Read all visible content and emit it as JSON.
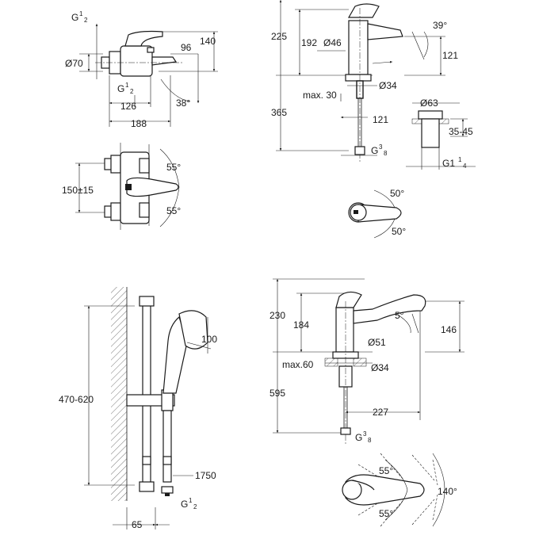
{
  "bath_mixer": {
    "thread_in": "G",
    "thread_in_num": "1",
    "thread_in_den": "2",
    "dia": "Ø70",
    "thread_out": "G",
    "thread_out_num": "1",
    "thread_out_den": "2",
    "height": "140",
    "spout_depth": "96",
    "angle": "38°",
    "centers": "126",
    "depth": "188",
    "spacing": "150±15",
    "rot_up": "55°",
    "rot_down": "55°"
  },
  "basin_mixer": {
    "total_height": "225",
    "body_height": "192",
    "dia": "Ø46",
    "angle": "39°",
    "spout_height": "121",
    "hole_dia": "Ø34",
    "max_deck": "max. 30",
    "hose_length": "365",
    "spout_reach": "121",
    "hose_thread": "G",
    "hose_thread_num": "3",
    "hose_thread_den": "8",
    "waste_dia": "Ø63",
    "waste_range": "35-45",
    "waste_thread": "G1",
    "waste_thread_num": "1",
    "waste_thread_den": "4",
    "rot_up": "50°",
    "rot_down": "50°"
  },
  "shower_rail": {
    "rail_range": "470-620",
    "head_dia": "100",
    "hose_length": "1750",
    "thread": "G",
    "thread_num": "1",
    "thread_den": "2",
    "wall_dist": "65"
  },
  "sink_mixer": {
    "total_height": "230",
    "body_height": "184",
    "angle": "5°",
    "spout_height": "146",
    "dia": "Ø51",
    "hole_dia": "Ø34",
    "max_deck": "max.60",
    "hose_length": "595",
    "spout_reach": "227",
    "hose_thread": "G",
    "hose_thread_num": "3",
    "hose_thread_den": "8",
    "rot_up": "55°",
    "rot_down": "55°",
    "swivel": "140°"
  }
}
